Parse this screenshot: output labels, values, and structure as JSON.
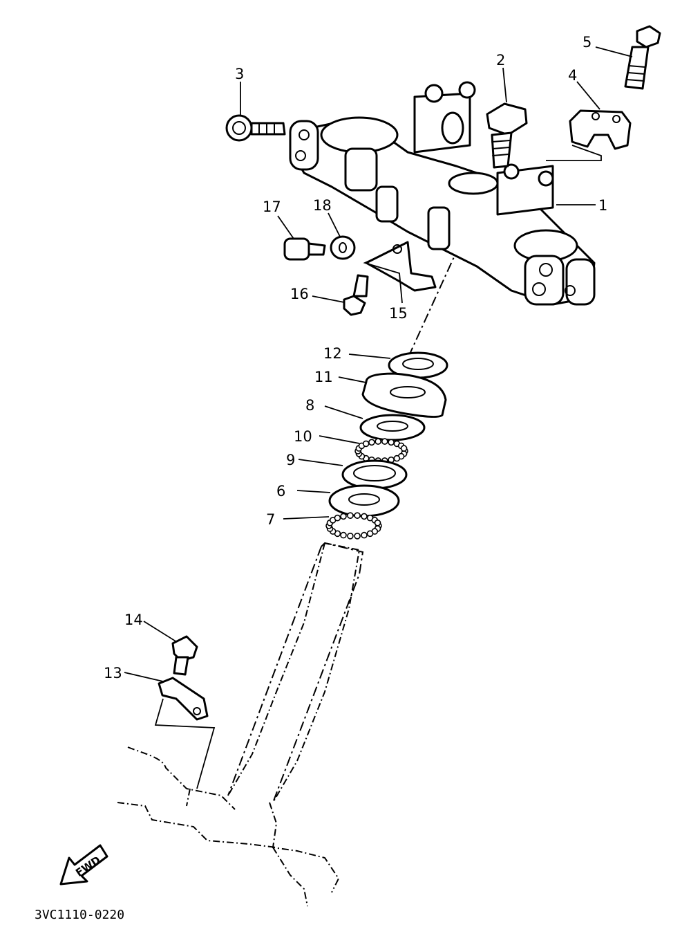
{
  "diagram": {
    "code": "3VC1110-0220",
    "direction_label": "FWD",
    "callouts": [
      "1",
      "2",
      "3",
      "4",
      "5",
      "6",
      "7",
      "8",
      "9",
      "10",
      "11",
      "12",
      "13",
      "14",
      "15",
      "16",
      "17",
      "18"
    ]
  }
}
